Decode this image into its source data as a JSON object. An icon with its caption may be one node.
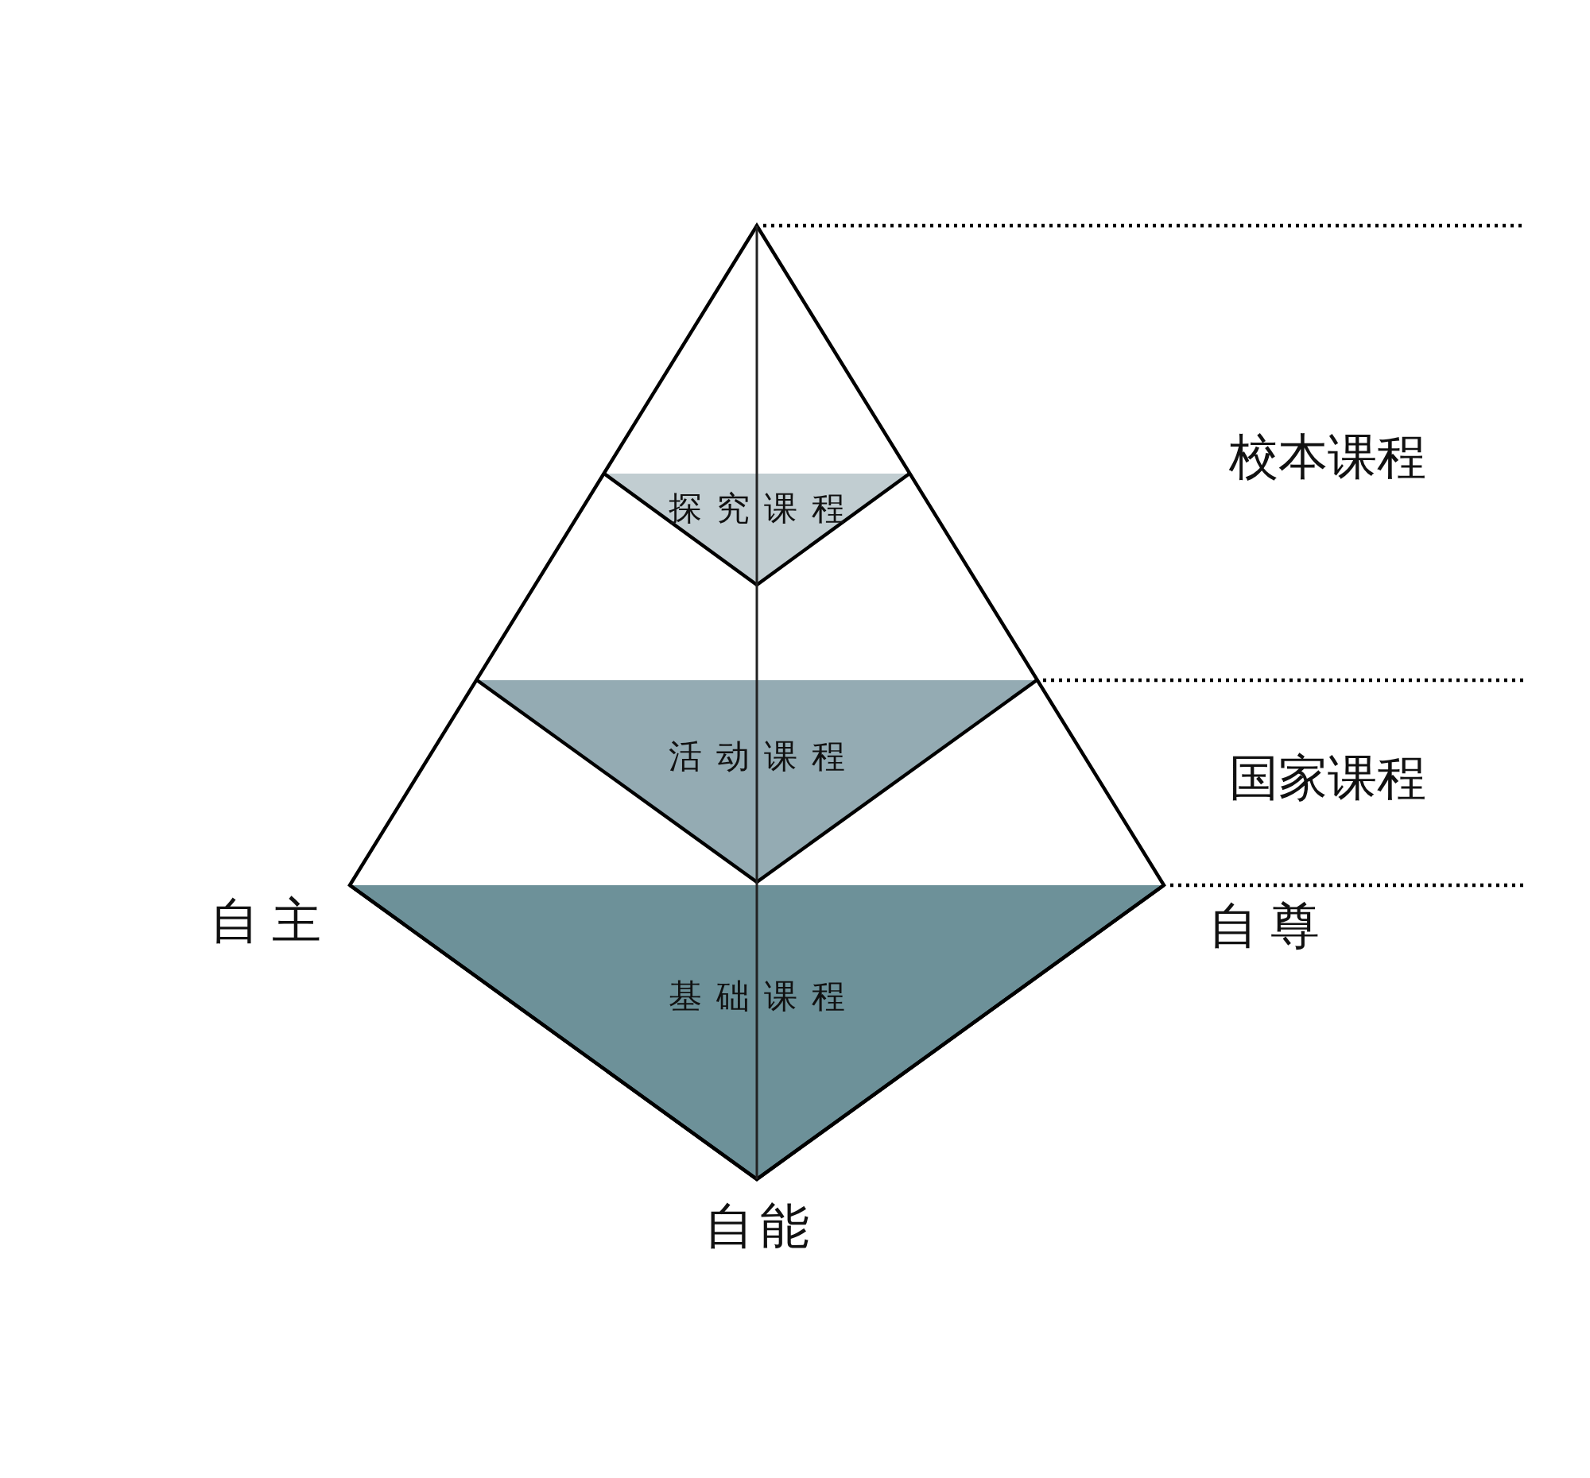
{
  "diagram": {
    "nodes": [
      {
        "text": [
          "探究课程"
        ]
      },
      {
        "text": [
          "活动课程"
        ]
      },
      {
        "text": [
          "基础课程"
        ]
      }
    ],
    "labels": [
      "校本课程",
      "国家课程",
      "自主",
      "自尊",
      "自能"
    ]
  }
}
